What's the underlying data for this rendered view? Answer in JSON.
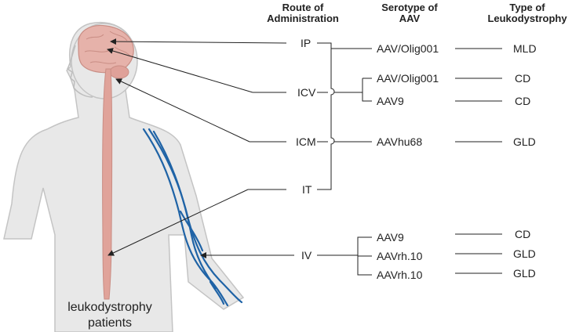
{
  "headers": {
    "route": [
      "Route of",
      "Administration"
    ],
    "serotype": [
      "Serotype of",
      "AAV"
    ],
    "type": [
      "Type of",
      "Leukodystrophy"
    ]
  },
  "routes": [
    "IP",
    "ICV",
    "ICM",
    "IT",
    "IV"
  ],
  "serotypes": [
    "AAV/Olig001",
    "AAV/Olig001",
    "AAV9",
    "AAVhu68",
    "AAV9",
    "AAVrh.10",
    "AAVrh.10"
  ],
  "diseases": [
    "MLD",
    "CD",
    "CD",
    "GLD",
    "CD",
    "GLD",
    "GLD"
  ],
  "caption": [
    "leukodystrophy",
    "patients"
  ],
  "colors": {
    "line": "#222222",
    "spine": "#e0a39a",
    "brain": "#e6b2aa",
    "vein": "#1f63a6",
    "skin": "#e6e6e6",
    "skin_edge": "#bdbdbd"
  }
}
